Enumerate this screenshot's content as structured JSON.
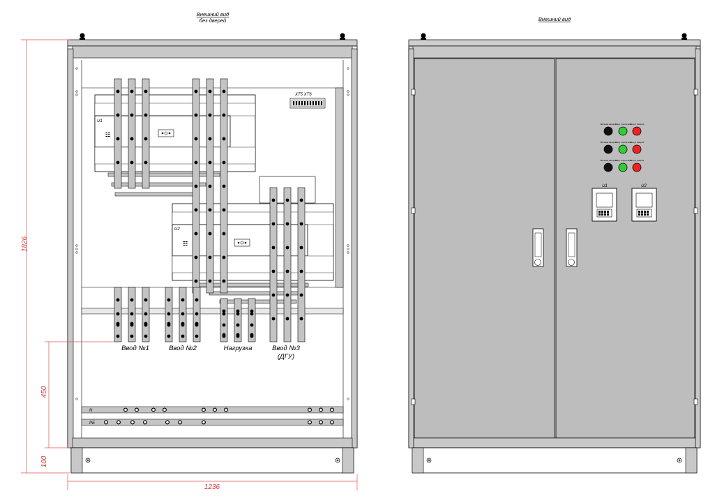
{
  "left_panel": {
    "title_line1": "Внешний вид",
    "title_line2": "без дверей",
    "xt_label": "XT5 XT6",
    "u1_label": "U1",
    "u2_label": "U2",
    "labels": {
      "input1": "Ввод №1",
      "input2": "Ввод №2",
      "load": "Нагрузка",
      "input3_line1": "Ввод №3",
      "input3_line2": "(ДГУ)"
    },
    "busbar_n": "N",
    "busbar_pe": "PE",
    "dimensions": {
      "height_total": "1826",
      "height_450": "450",
      "height_100": "100",
      "width_total": "1236"
    }
  },
  "right_panel": {
    "title": "Внешний вид",
    "indicator_rows": [
      {
        "labels": [
          "Питание ввода 1",
          "Ввод 1 включен",
          "Ввод 1 Авария"
        ],
        "colors": [
          "#111111",
          "#33cc33",
          "#ee2222"
        ]
      },
      {
        "labels": [
          "Питание ввода 2",
          "Ввод 2 включен",
          "Ввод 2 Авария"
        ],
        "colors": [
          "#111111",
          "#33cc33",
          "#ee2222"
        ]
      },
      {
        "labels": [
          "Питание ввода 3",
          "Ввод 3 включен",
          "Ввод 3 Авария"
        ],
        "colors": [
          "#111111",
          "#33cc33",
          "#ee2222"
        ]
      }
    ],
    "controller_u1": "U1",
    "controller_u2": "U2"
  },
  "colors": {
    "cabinet_fill": "#c8c8c8",
    "door_fill": "#bdbdbd",
    "line": "#000000",
    "dimension": "#d83a3a"
  }
}
